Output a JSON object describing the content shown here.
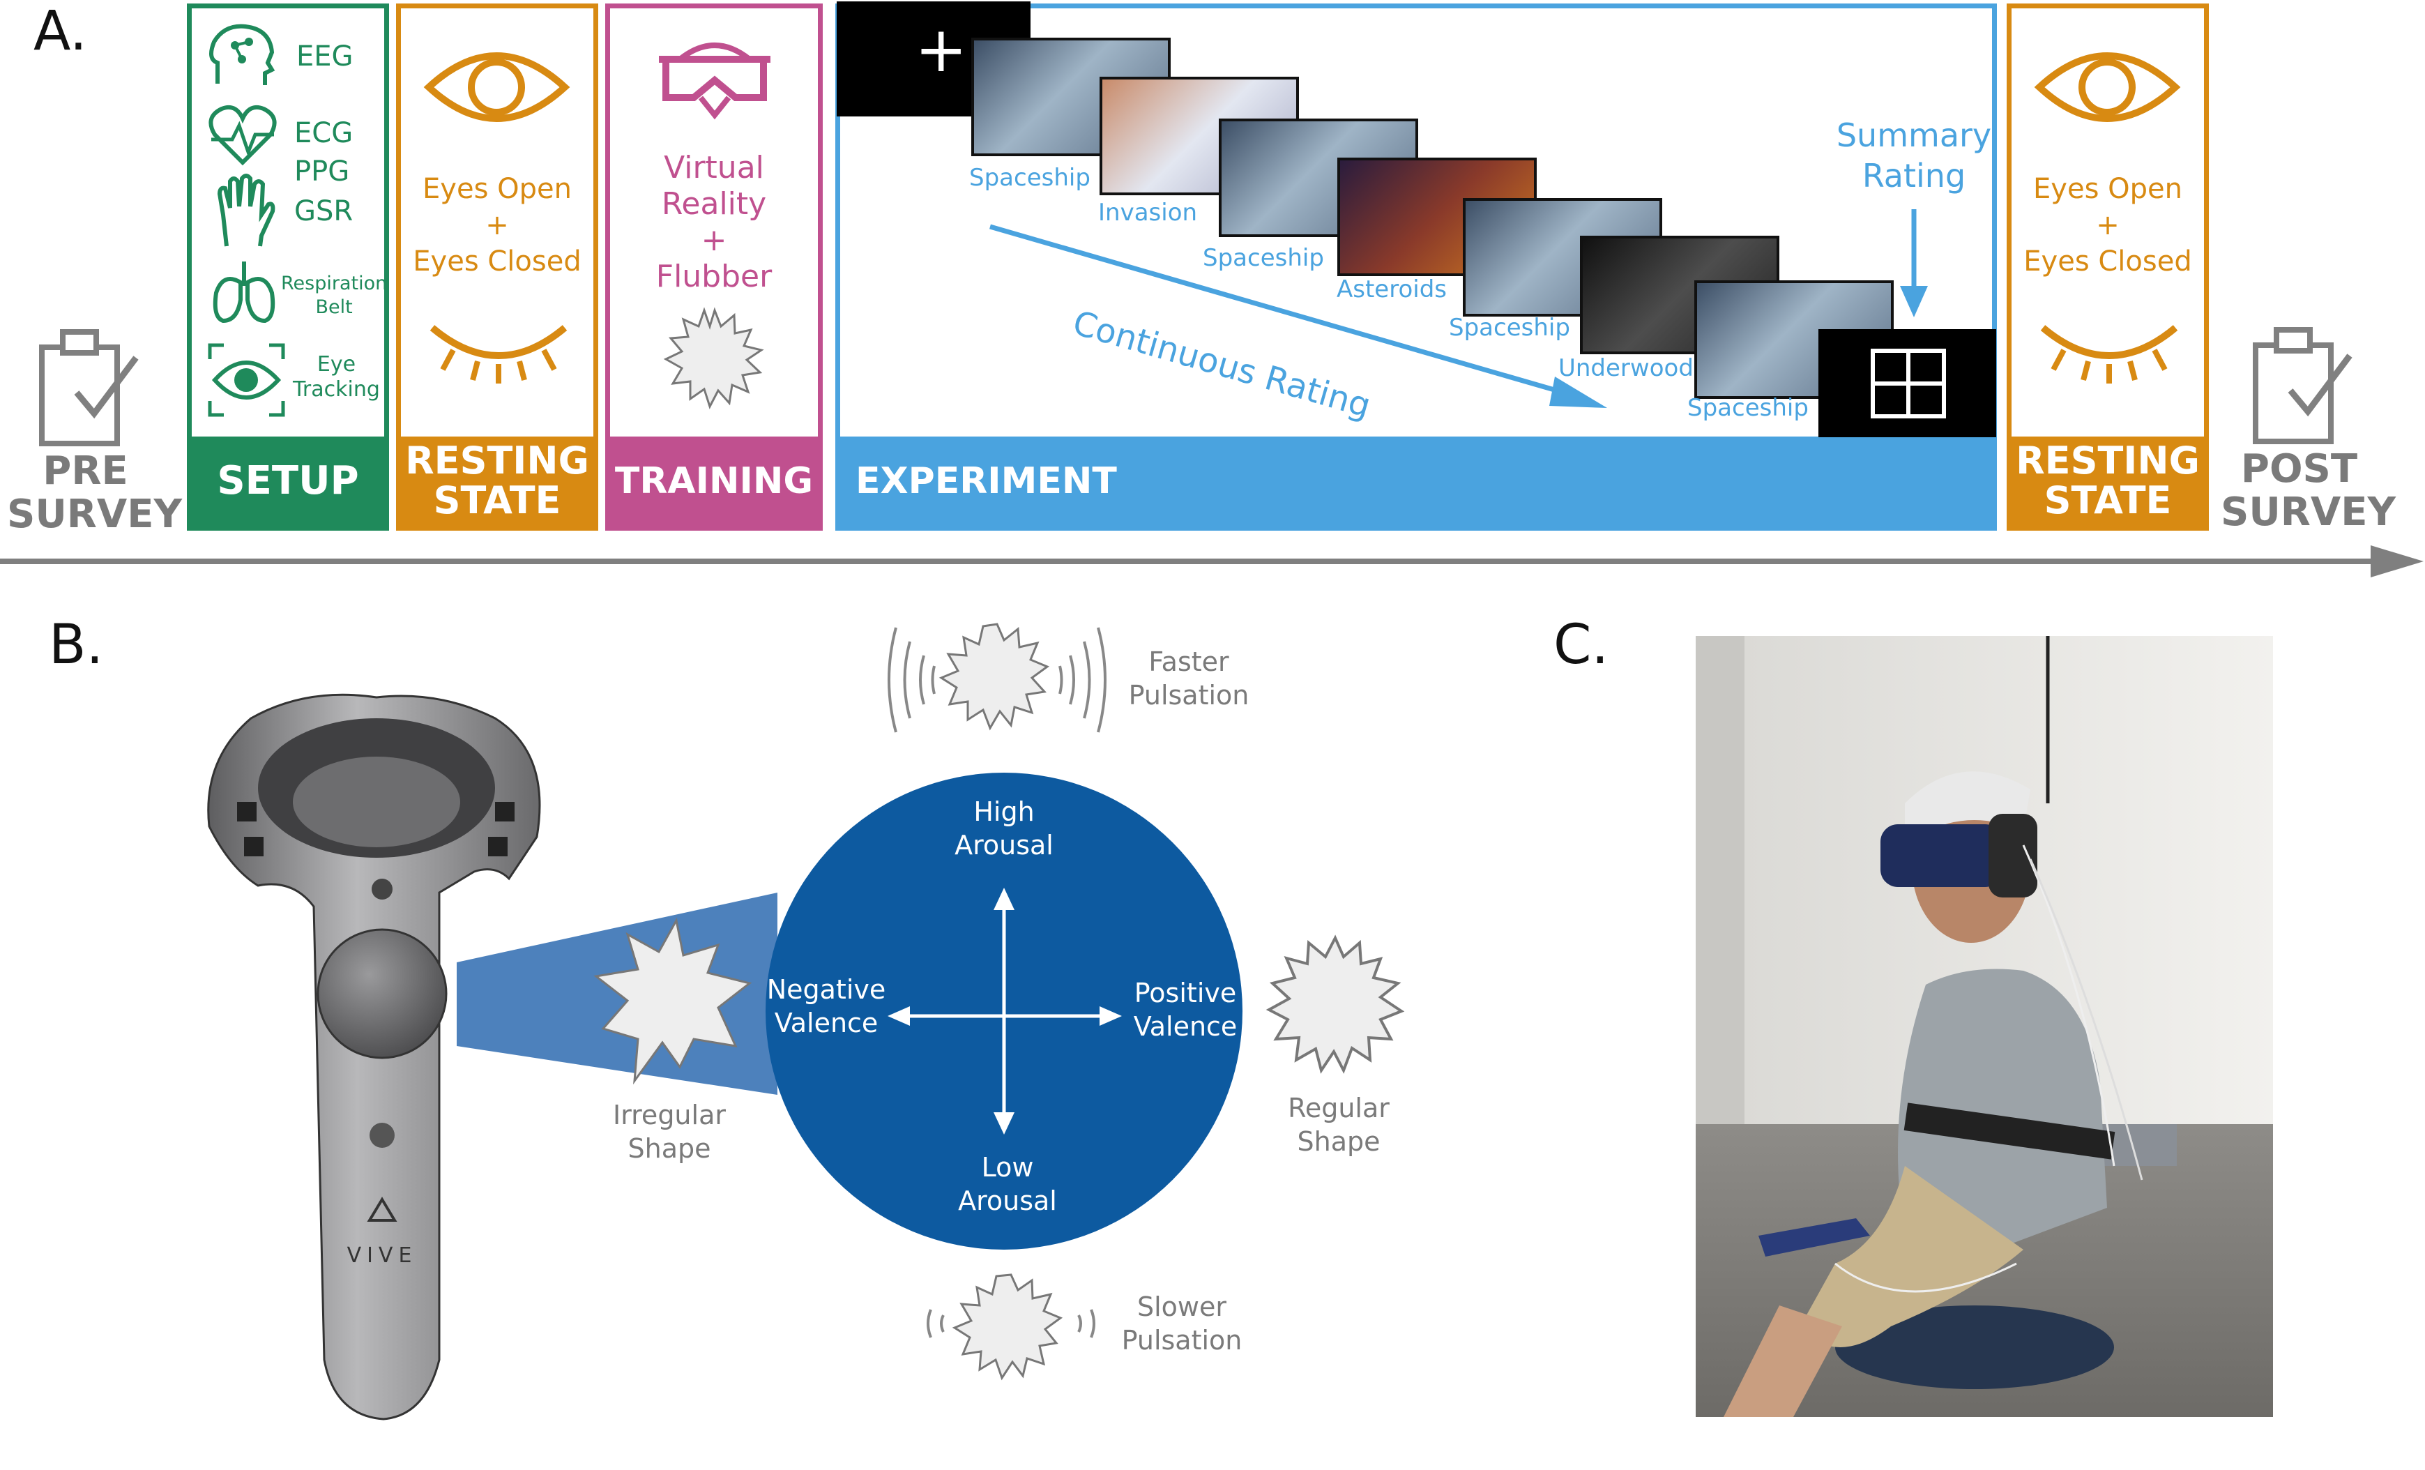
{
  "panel_labels": {
    "a": "A.",
    "b": "B.",
    "c": "C."
  },
  "colors": {
    "setup": "#1f8a5b",
    "resting": "#d88a12",
    "training": "#c0508f",
    "experiment": "#4aa3df",
    "survey": "#808080",
    "circle": "#0d5aa0"
  },
  "pre_survey": {
    "line1": "PRE",
    "line2": "SURVEY"
  },
  "post_survey": {
    "line1": "POST",
    "line2": "SURVEY"
  },
  "setup": {
    "label": "SETUP",
    "eeg": "EEG",
    "ecg": "ECG",
    "ppg": "PPG",
    "gsr": "GSR",
    "resp1": "Respiration",
    "resp2": "Belt",
    "eye1": "Eye",
    "eye2": "Tracking"
  },
  "resting_state": {
    "line1": "RESTING",
    "line2": "STATE",
    "eyes_open": "Eyes Open",
    "plus": "+",
    "eyes_closed": "Eyes Closed"
  },
  "training": {
    "label": "TRAINING",
    "vr1": "Virtual",
    "vr2": "Reality",
    "plus": "+",
    "flubber": "Flubber"
  },
  "experiment": {
    "label": "EXPERIMENT",
    "fixation": "+",
    "summary1": "Summary",
    "summary2": "Rating",
    "continuous": "Continuous Rating",
    "clips": [
      "Spaceship",
      "Invasion",
      "Spaceship",
      "Asteroids",
      "Spaceship",
      "Underwood",
      "Spaceship"
    ]
  },
  "controller_brand": "VIVE",
  "affect": {
    "high1": "High",
    "high2": "Arousal",
    "low1": "Low",
    "low2": "Arousal",
    "neg1": "Negative",
    "neg2": "Valence",
    "pos1": "Positive",
    "pos2": "Valence",
    "faster1": "Faster",
    "faster2": "Pulsation",
    "slower1": "Slower",
    "slower2": "Pulsation",
    "irregular1": "Irregular",
    "irregular2": "Shape",
    "regular1": "Regular",
    "regular2": "Shape"
  }
}
